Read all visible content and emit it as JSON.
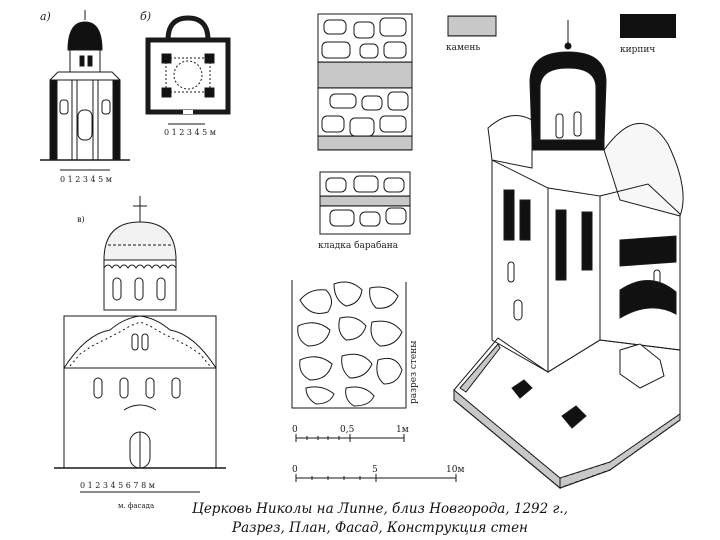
{
  "caption": {
    "line1": "Церковь Николы на Липне, близ Новгорода, 1292 г.,",
    "line2": "Разрез, План, Фасад, Конструкция стен"
  },
  "panels": {
    "a_label": "а)",
    "b_label": "б)",
    "v_label": "в)",
    "section_scale": "0 1 2 3 4 5 м",
    "plan_scale": "0 1 2 3 4 5 м",
    "facade_scale": "0 1 2 3 4 5 6 7 8 м",
    "facade_scale_note": "м. фасада"
  },
  "masonry": {
    "legend_stone": "камень",
    "legend_brick": "кирпич",
    "drum_caption": "кладка барабана",
    "wall_caption": "разрез стены",
    "small_scale": {
      "zero": "0",
      "half": "0,5",
      "one": "1м"
    },
    "large_scale": {
      "zero": "0",
      "five": "5",
      "ten": "10м"
    }
  },
  "colors": {
    "ink": "#1a1a1a",
    "paper": "#ffffff"
  }
}
